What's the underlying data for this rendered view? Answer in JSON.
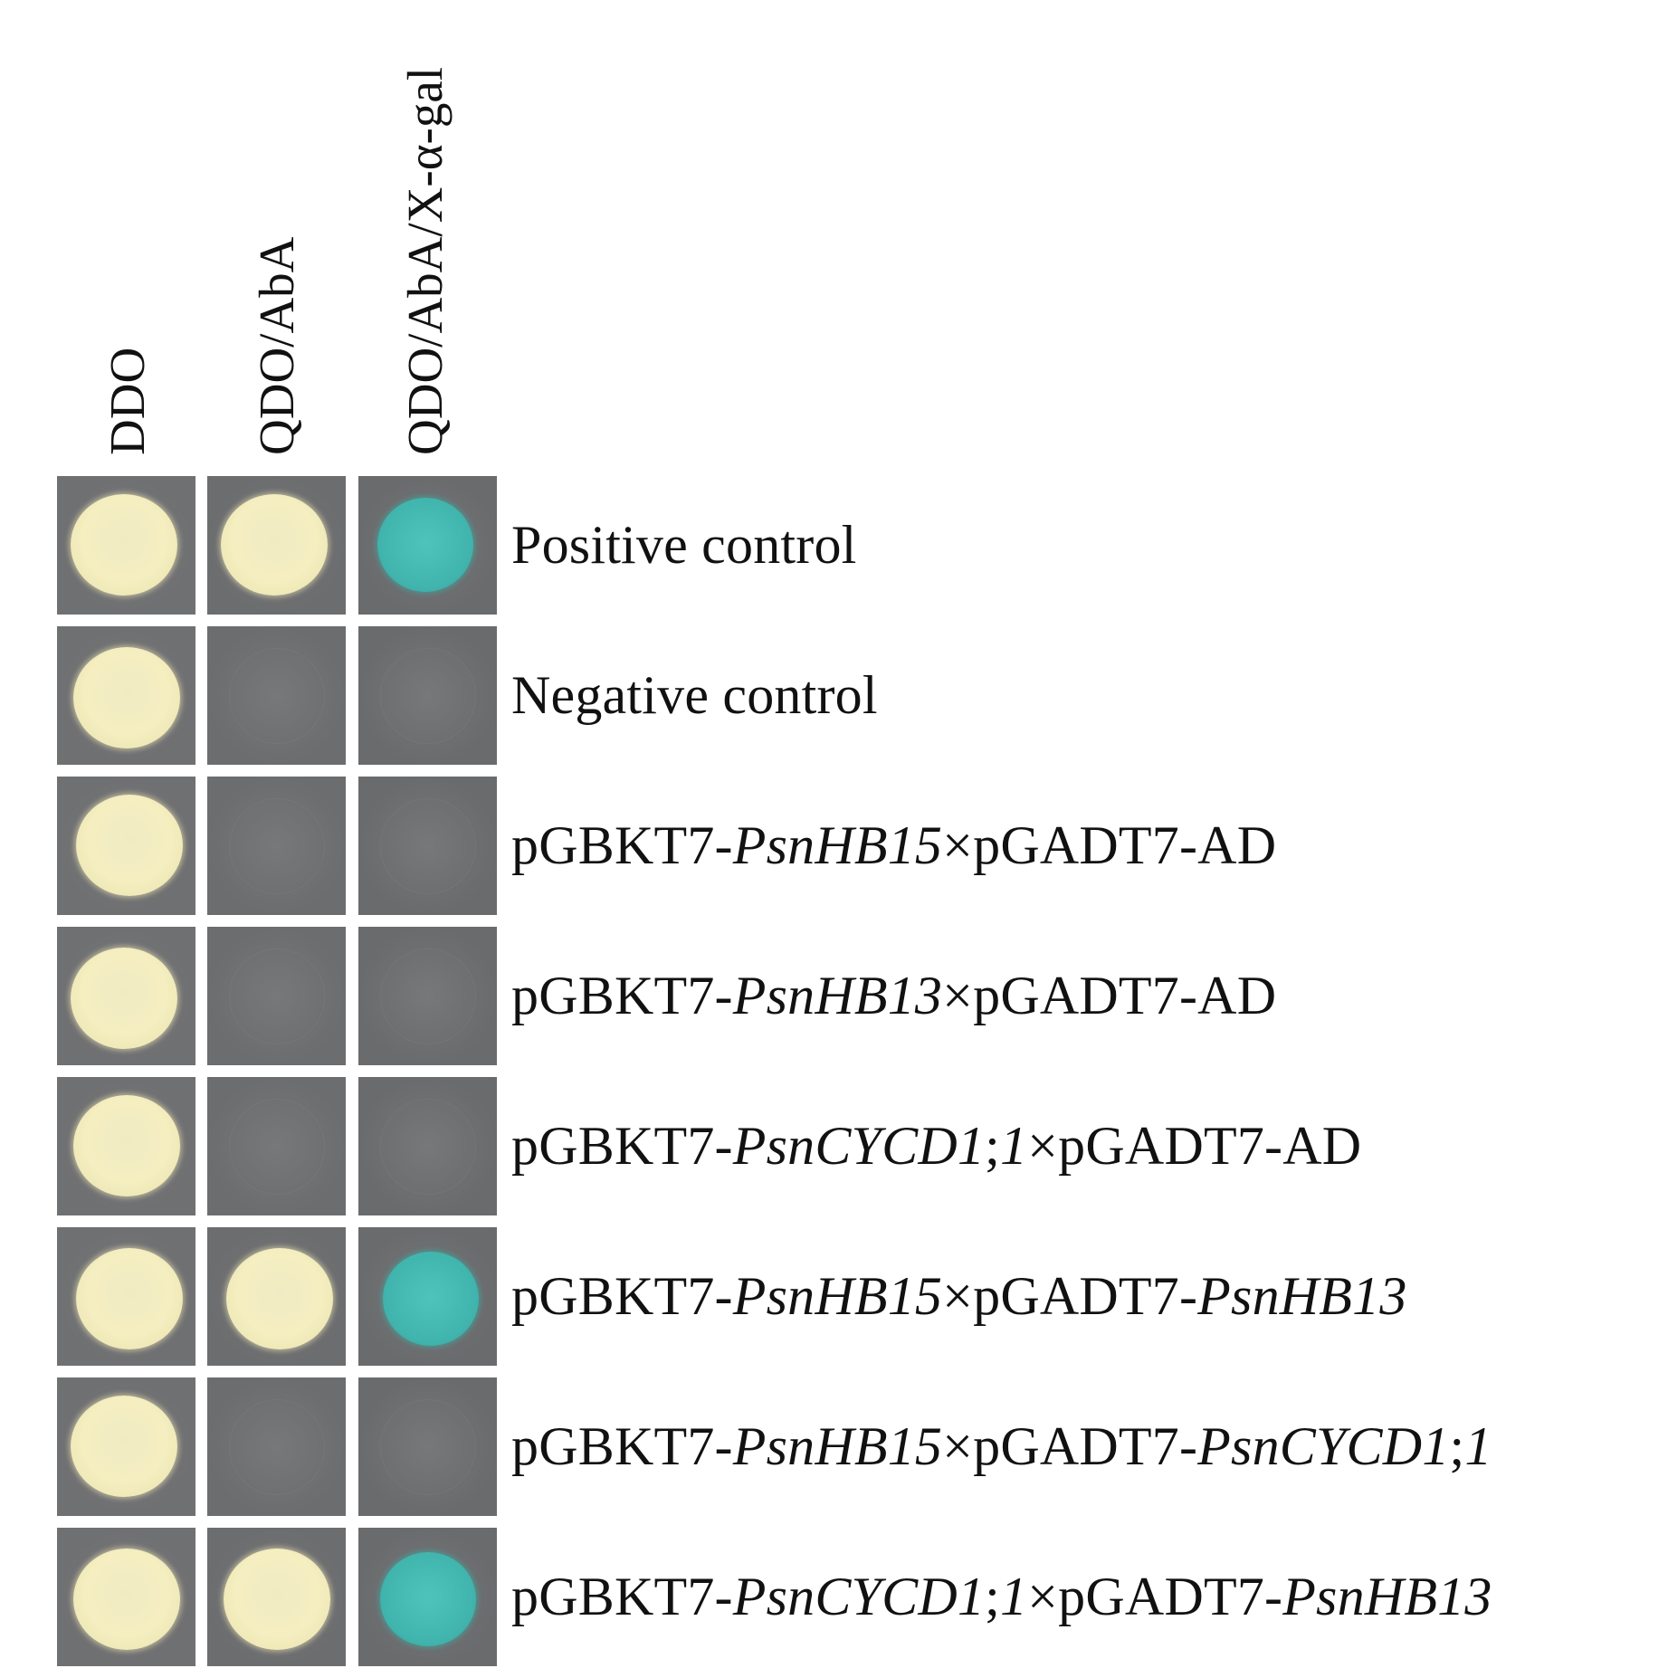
{
  "columns": [
    {
      "key": "ddo",
      "label": "DDO"
    },
    {
      "key": "qdo",
      "label": "QDO/AbA"
    },
    {
      "key": "xgal",
      "label": "QDO/AbA/X-α-gal"
    }
  ],
  "colors": {
    "background": "#6d6e70",
    "colony_cream": "#f4eec0",
    "colony_blue": "#41b5ad",
    "text": "#111111"
  },
  "rows": [
    {
      "label": [
        {
          "t": "Positive control",
          "i": false
        }
      ],
      "growth": [
        "cream",
        "cream",
        "blue"
      ]
    },
    {
      "label": [
        {
          "t": "Negative control",
          "i": false
        }
      ],
      "growth": [
        "cream",
        "none",
        "none"
      ]
    },
    {
      "label": [
        {
          "t": "pGBKT7-",
          "i": false
        },
        {
          "t": "PsnHB15",
          "i": true
        },
        {
          "t": "×pGADT7-AD",
          "i": false
        }
      ],
      "growth": [
        "cream",
        "none",
        "none"
      ]
    },
    {
      "label": [
        {
          "t": "pGBKT7-",
          "i": false
        },
        {
          "t": "PsnHB13",
          "i": true
        },
        {
          "t": "×pGADT7-AD",
          "i": false
        }
      ],
      "growth": [
        "cream",
        "none",
        "none"
      ]
    },
    {
      "label": [
        {
          "t": "pGBKT7-",
          "i": false
        },
        {
          "t": "PsnCYCD1",
          "i": true
        },
        {
          "t": ";",
          "i": false
        },
        {
          "t": "1",
          "i": true
        },
        {
          "t": "×pGADT7-AD",
          "i": false
        }
      ],
      "growth": [
        "cream",
        "none",
        "none"
      ]
    },
    {
      "label": [
        {
          "t": "pGBKT7-",
          "i": false
        },
        {
          "t": "PsnHB15",
          "i": true
        },
        {
          "t": "×pGADT7-",
          "i": false
        },
        {
          "t": "PsnHB13",
          "i": true
        }
      ],
      "growth": [
        "cream",
        "cream",
        "blue"
      ]
    },
    {
      "label": [
        {
          "t": "pGBKT7-",
          "i": false
        },
        {
          "t": "PsnHB15",
          "i": true
        },
        {
          "t": "×pGADT7-",
          "i": false
        },
        {
          "t": "PsnCYCD1",
          "i": true
        },
        {
          "t": ";",
          "i": false
        },
        {
          "t": "1",
          "i": true
        }
      ],
      "growth": [
        "cream",
        "none",
        "none"
      ]
    },
    {
      "label": [
        {
          "t": "pGBKT7-",
          "i": false
        },
        {
          "t": "PsnCYCD1",
          "i": true
        },
        {
          "t": ";",
          "i": false
        },
        {
          "t": "1",
          "i": true
        },
        {
          "t": "×pGADT7-",
          "i": false
        },
        {
          "t": "PsnHB13",
          "i": true
        }
      ],
      "growth": [
        "cream",
        "cream",
        "blue"
      ]
    }
  ]
}
